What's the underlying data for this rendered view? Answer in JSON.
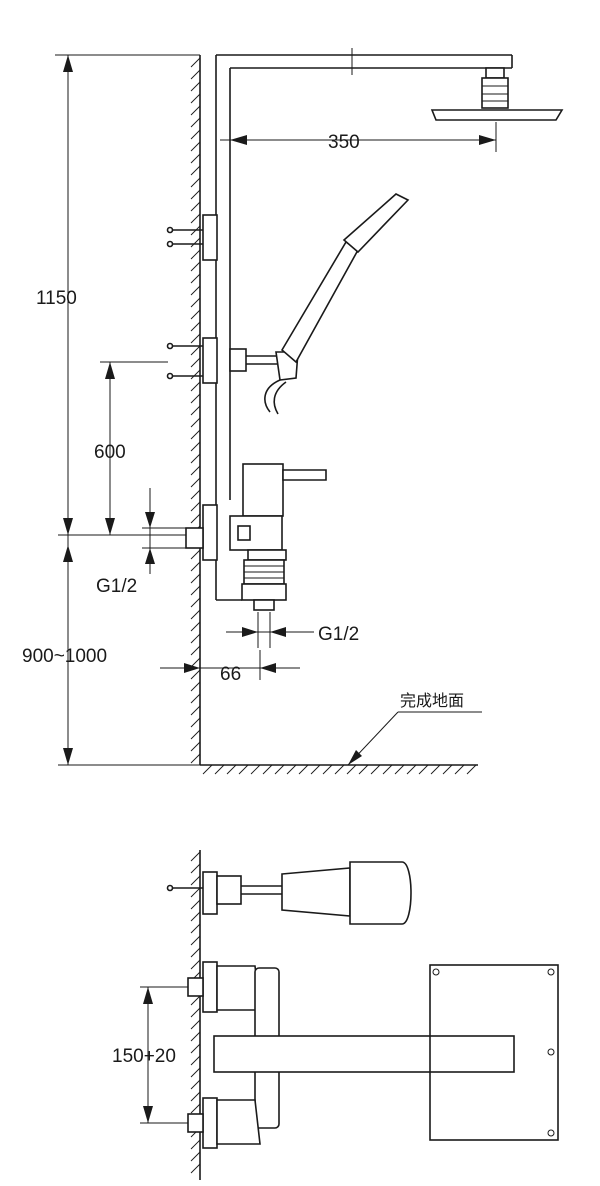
{
  "dimensions": {
    "total_height": "1150",
    "arm_reach": "350",
    "holder_height": "600",
    "inlet_thread_left": "G1/2",
    "inlet_thread_bottom": "G1/2",
    "mixer_height_range": "900~1000",
    "wall_offset": "66",
    "valve_spacing": "150+20"
  },
  "annotations": {
    "floor_label": "完成地面"
  }
}
